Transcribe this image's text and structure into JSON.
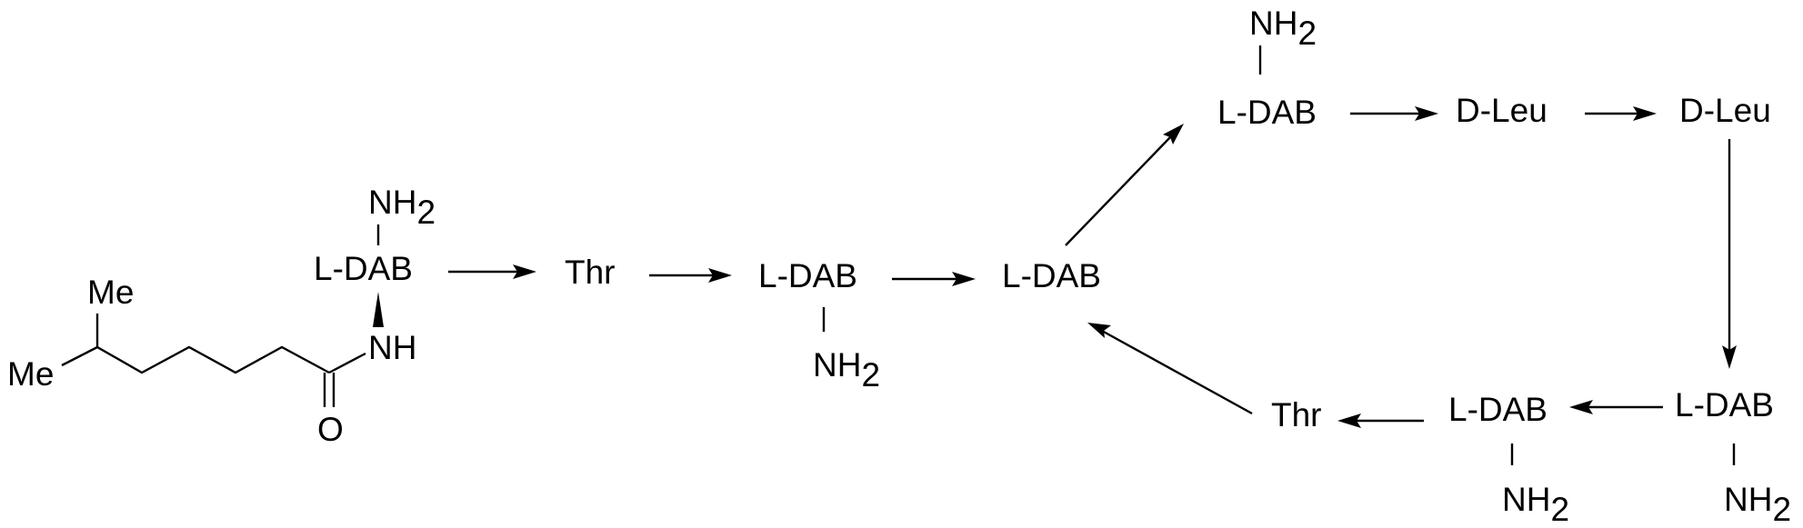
{
  "residues": {
    "dab1": "L-DAB",
    "thr1": "Thr",
    "dab2": "L-DAB",
    "dab3": "L-DAB",
    "dab4": "L-DAB",
    "dleu1": "D-Leu",
    "dleu2": "D-Leu",
    "dab5": "L-DAB",
    "dab6": "L-DAB",
    "thr2": "Thr"
  },
  "amino_group": {
    "main": "NH",
    "subscript": "2"
  },
  "acyl_chain": {
    "methyl_top": "Me",
    "methyl_left": "Me",
    "amide_nh": "NH",
    "carbonyl_o": "O"
  },
  "colors": {
    "ink": "#000000",
    "background": "#ffffff"
  }
}
